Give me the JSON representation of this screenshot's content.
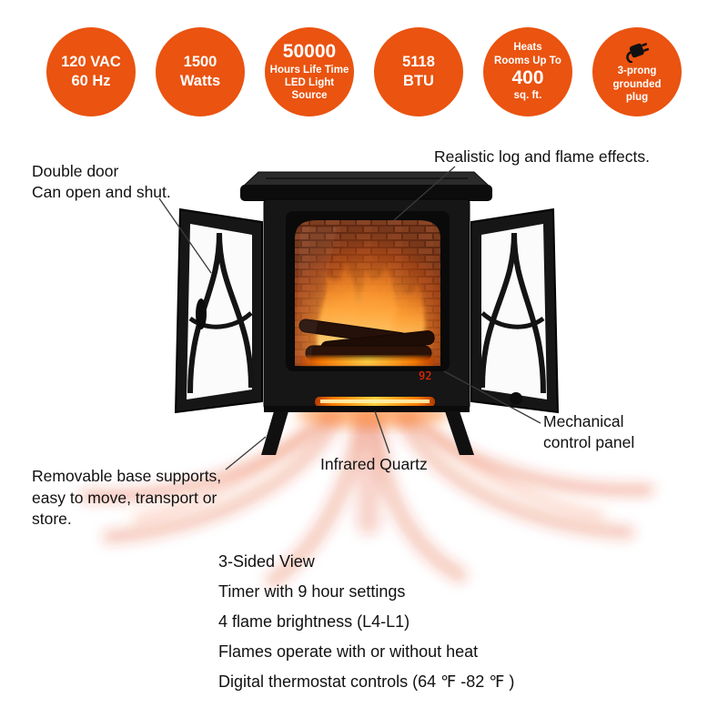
{
  "badges": {
    "voltage": {
      "l1": "120 VAC",
      "l2": "60 Hz"
    },
    "watts": {
      "l1": "1500",
      "l2": "Watts"
    },
    "led": {
      "l1": "50000",
      "l2": "Hours Life Time",
      "l3": "LED Light",
      "l4": "Source"
    },
    "btu": {
      "l1": "5118",
      "l2": "BTU"
    },
    "rooms": {
      "l1": "Heats",
      "l2": "Rooms Up To",
      "l3": "400",
      "l4": "sq. ft."
    },
    "plug": {
      "l1": "3-prong",
      "l2": "grounded",
      "l3": "plug",
      "icon": "grounded-plug-icon"
    }
  },
  "annotations": {
    "double_door": {
      "l1": "Double door",
      "l2": "Can open and shut."
    },
    "log_flame": "Realistic log and flame effects.",
    "control_panel": {
      "l1": "Mechanical",
      "l2": "control panel"
    },
    "infrared": "Infrared Quartz",
    "base": {
      "l1": "Removable base supports,",
      "l2": "easy to move, transport or",
      "l3": "store."
    }
  },
  "display": {
    "temp": "92"
  },
  "features": [
    "3-Sided View",
    "Timer with 9 hour settings",
    "4 flame brightness (L4-L1)",
    "Flames operate with or without heat",
    "Digital thermostat controls (64 ℉ -82 ℉ )"
  ],
  "colors": {
    "badge": "#ea5310",
    "wave": "#dd2f08",
    "glow": "#ff6a00",
    "led": "#ff2a00"
  }
}
